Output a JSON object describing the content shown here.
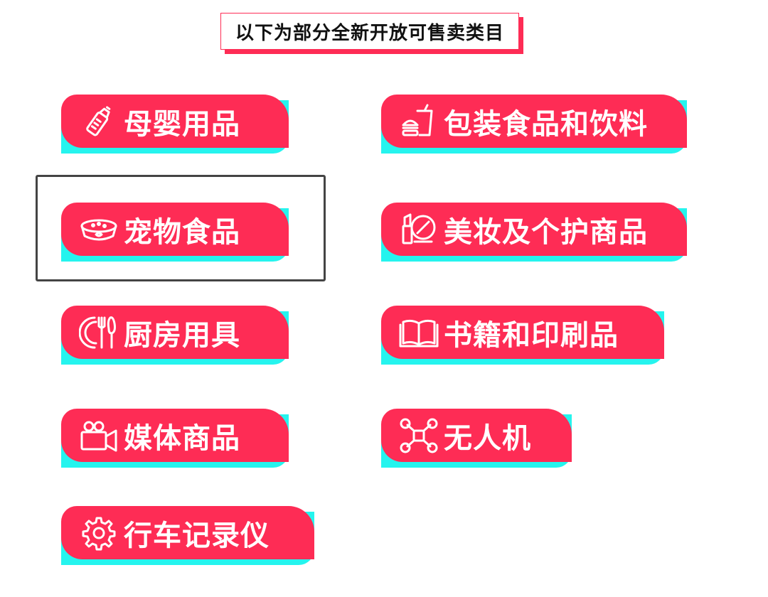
{
  "heading": "以下为部分全新开放可售卖类目",
  "colors": {
    "primary": "#fe2c55",
    "accent": "#25f4ee",
    "text": "#ffffff"
  },
  "categories": [
    {
      "label": "母婴用品",
      "icon": "baby-bottle-icon"
    },
    {
      "label": "包装食品和饮料",
      "icon": "fast-food-icon"
    },
    {
      "label": "宠物食品",
      "icon": "pet-bowl-icon"
    },
    {
      "label": "美妆及个护商品",
      "icon": "lipstick-mirror-icon"
    },
    {
      "label": "厨房用具",
      "icon": "plate-cutlery-icon"
    },
    {
      "label": "书籍和印刷品",
      "icon": "open-book-icon"
    },
    {
      "label": "媒体商品",
      "icon": "video-camera-icon"
    },
    {
      "label": "无人机",
      "icon": "drone-icon"
    },
    {
      "label": "行车记录仪",
      "icon": "gear-icon"
    }
  ]
}
